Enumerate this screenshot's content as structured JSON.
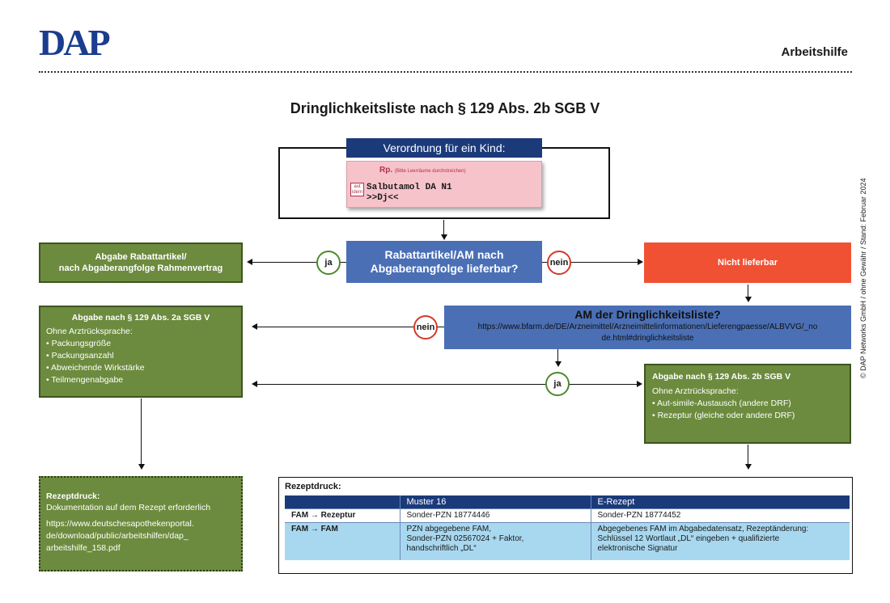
{
  "header": {
    "logo": "DAP",
    "tag": "Arbeitshilfe"
  },
  "title": "Dringlichkeitsliste nach § 129 Abs. 2b SGB V",
  "side_note": "© DAP Networks GmbH / ohne Gewähr / Stand: Februar 2024",
  "prescription": {
    "header": "Verordnung für ein Kind:",
    "rp_label": "Rp.",
    "rp_hint": "(Bitte Leerräume durchstreichen)",
    "aut_idem": "aut idem",
    "line1": "Salbutamol DA N1",
    "line2": ">>Dj<<"
  },
  "nodes": {
    "rabatt_question": "Rabattartikel/AM nach Abgaberangfolge lieferbar?",
    "abgabe_rabatt": "Abgabe Rabattartikel/\nnach Abgaberangfolge Rahmenvertrag",
    "nicht_lieferbar": "Nicht lieferbar",
    "dl_question_title": "AM der Dringlichkeitsliste?",
    "dl_question_url": "https://www.bfarm.de/DE/Arzneimittel/Arzneimittelinformationen/Lieferengpaesse/ALBVVG/_node.html#dringlichkeitsliste",
    "abgabe_2a": {
      "title": "Abgabe nach § 129 Abs. 2a SGB V",
      "subtitle": "Ohne Arztrücksprache:",
      "items": [
        "• Packungsgröße",
        "• Packungsanzahl",
        "• Abweichende Wirkstärke",
        "• Teilmengenabgabe"
      ]
    },
    "abgabe_2b": {
      "title": "Abgabe nach § 129 Abs. 2b SGB V",
      "subtitle": "Ohne Arztrücksprache:",
      "items": [
        "• Aut-simile-Austausch (andere DRF)",
        "• Rezeptur (gleiche oder andere DRF)"
      ]
    },
    "rezeptdruck_left": {
      "title": "Rezeptdruck:",
      "line": "Dokumentation auf dem Rezept erforderlich",
      "url": "https://www.deutschesapothekenportal.\nde/download/public/arbeitshilfen/dap_\narbeitshilfe_158.pdf"
    }
  },
  "labels": {
    "ja": "ja",
    "nein": "nein"
  },
  "rezeptdruck_table": {
    "title": "Rezeptdruck:",
    "columns": [
      "",
      "Muster 16",
      "E-Rezept"
    ],
    "rows": [
      [
        "FAM → Rezeptur",
        "Sonder-PZN 18774446",
        "Sonder-PZN 18774452"
      ],
      [
        "FAM → FAM",
        "PZN abgegebene FAM,\nSonder-PZN 02567024 + Faktor,\nhandschriftlich „DL“",
        "Abgegebenes FAM im Abgabedatensatz, Rezeptänderung:\nSchlüssel 12 Wortlaut „DL“ eingeben + qualifizierte\nelektronische Signatur"
      ]
    ]
  },
  "colors": {
    "navy": "#1b3a7a",
    "blue": "#4a6fb5",
    "green": "#6c8b3e",
    "red": "#f05133",
    "pink": "#f6c3cb",
    "light_blue": "#a8d8ef"
  }
}
